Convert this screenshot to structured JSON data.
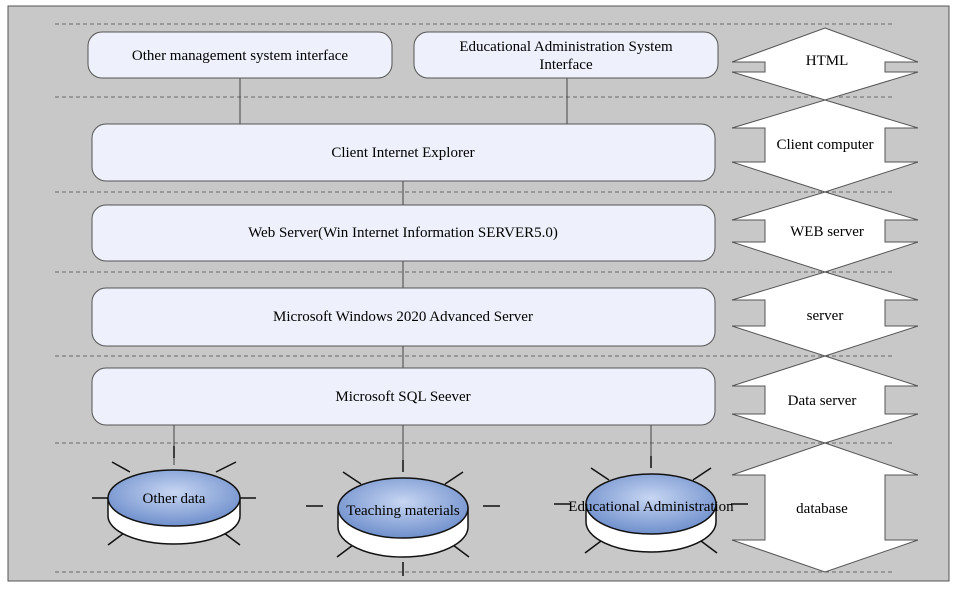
{
  "top_boxes": {
    "other_interface": "Other management system interface",
    "edu_interface_line1": "Educational Administration System",
    "edu_interface_line2": "Interface"
  },
  "layers": {
    "client": "Client Internet Explorer",
    "web_server": "Web Server(Win Internet Information SERVER5.0)",
    "windows": "Microsoft Windows 2020 Advanced Server",
    "sql": "Microsoft SQL Seever"
  },
  "databases": [
    {
      "label": "Other data"
    },
    {
      "label": "Teaching materials"
    },
    {
      "label": "Educational Administration"
    }
  ],
  "side_labels": {
    "html": "HTML",
    "client_computer": "Client computer",
    "web_server": "WEB server",
    "server": "server",
    "data_server": "Data server",
    "database": "database"
  },
  "colors": {
    "background_panel": "#c8c8c8",
    "box_fill": "#eef1fb",
    "cylinder_top": "#8fa8d6"
  }
}
